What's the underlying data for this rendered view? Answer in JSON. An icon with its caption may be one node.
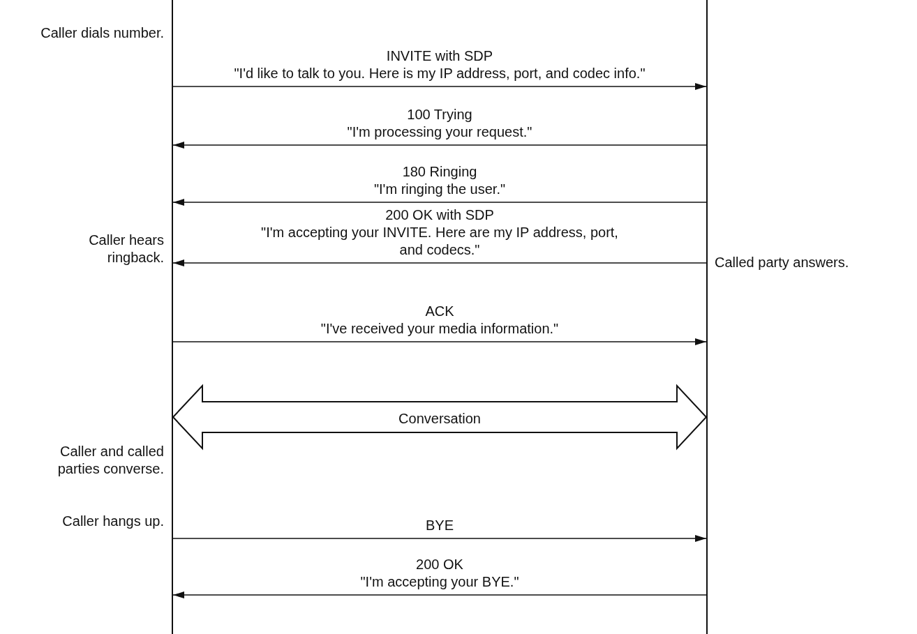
{
  "diagram": {
    "nodes": [
      {
        "text": [],
        "shape": "line"
      },
      {
        "text": [],
        "shape": "line"
      }
    ],
    "edges": [
      {
        "from": 0,
        "to": 1,
        "arrow": "to",
        "label": "INVITE with SDP \"I'd like to talk to you. Here is my IP address, port, and codec info.\""
      },
      {
        "from": 1,
        "to": 0,
        "arrow": "to",
        "label": "100 Trying \"I'm processing your request.\""
      },
      {
        "from": 1,
        "to": 0,
        "arrow": "to",
        "label": "180 Ringing \"I'm ringing the user.\""
      },
      {
        "from": 1,
        "to": 0,
        "arrow": "to",
        "label": "200 OK with SDP \"I'm accepting your INVITE. Here are my IP address, port, and codecs.\""
      },
      {
        "from": 0,
        "to": 1,
        "arrow": "to",
        "label": "ACK \"I've received your media information.\""
      },
      {
        "from": 0,
        "to": 1,
        "arrow": "both",
        "style": "thick",
        "label": "Conversation"
      },
      {
        "from": 0,
        "to": 1,
        "arrow": "to",
        "label": "BYE"
      },
      {
        "from": 1,
        "to": 0,
        "arrow": "to",
        "label": "200 OK \"I'm accepting your BYE.\""
      }
    ],
    "labels": [
      "Caller dials number.",
      "Caller hears ringback.",
      "Called party answers.",
      "Caller and called parties converse.",
      "Caller hangs up."
    ]
  }
}
